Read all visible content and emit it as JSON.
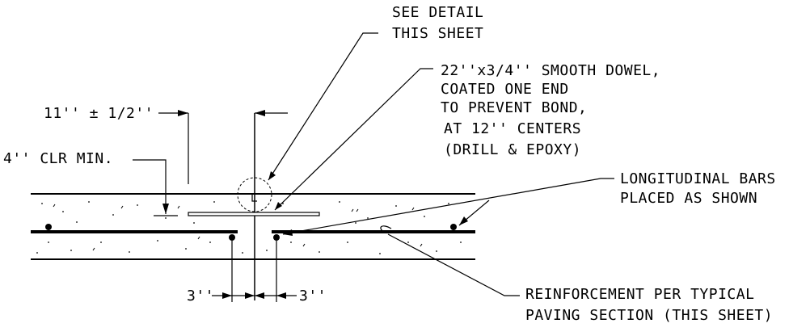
{
  "labels": {
    "see_detail_1": "SEE DETAIL",
    "see_detail_2": "THIS SHEET",
    "dowel_1": "22''x3/4'' SMOOTH DOWEL,",
    "dowel_2": "COATED ONE END",
    "dowel_3": "TO PREVENT BOND,",
    "dowel_4": "AT 12'' CENTERS",
    "dowel_5": "(DRILL & EPOXY)",
    "slab_depth": "11'' ± 1/2''",
    "clearance": "4'' CLR MIN.",
    "long_bars_1": "LONGITUDINAL BARS",
    "long_bars_2": "PLACED AS SHOWN",
    "reinforcement_1": "REINFORCEMENT PER TYPICAL",
    "reinforcement_2": "PAVING SECTION (THIS SHEET)",
    "dim_left": "3''",
    "dim_right": "3''"
  }
}
